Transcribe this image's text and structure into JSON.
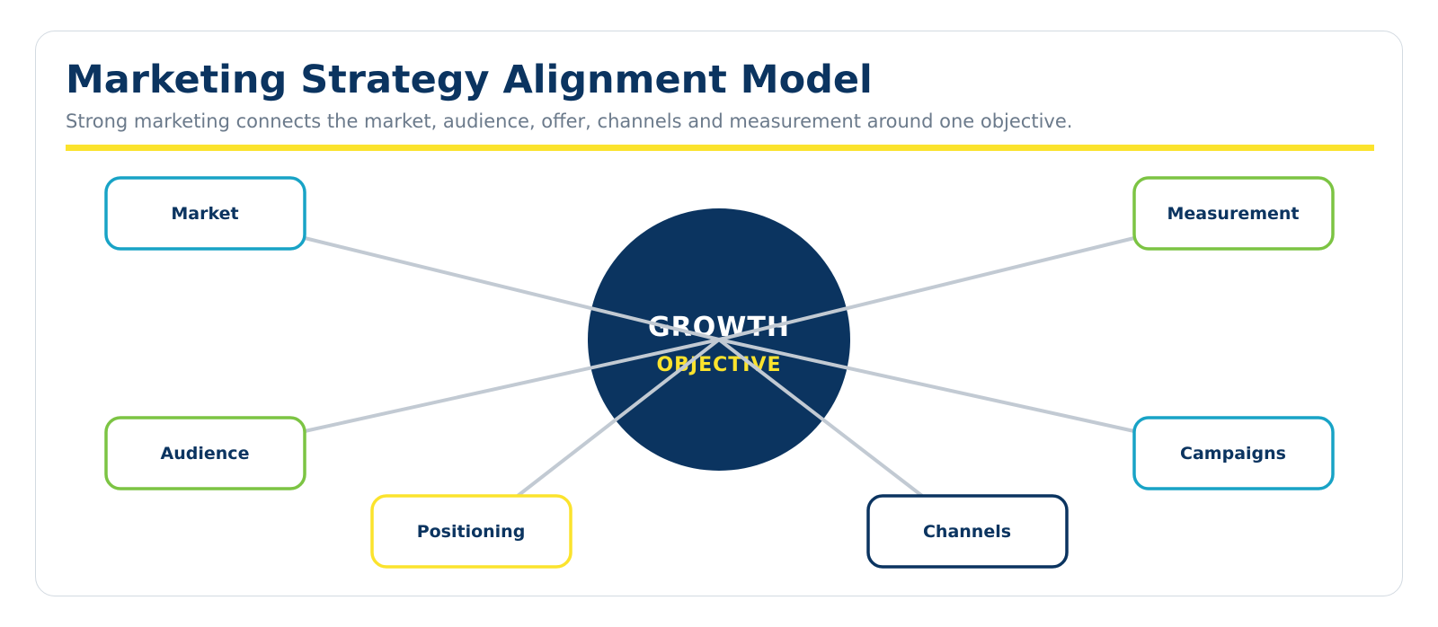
{
  "header": {
    "title": "Marketing Strategy Alignment Model",
    "subtitle": "Strong marketing connects the market, audience, offer, channels and measurement around one objective."
  },
  "hub": {
    "title": "GROWTH",
    "subtitle": "OBJECTIVE",
    "fill": "#0b3460",
    "title_color": "#ffffff",
    "subtitle_color": "#fbe32d"
  },
  "nodes": [
    {
      "label": "Market",
      "color": "#18a3c6"
    },
    {
      "label": "Measurement",
      "color": "#7cc443"
    },
    {
      "label": "Audience",
      "color": "#7cc443"
    },
    {
      "label": "Campaigns",
      "color": "#18a3c6"
    },
    {
      "label": "Positioning",
      "color": "#fbe32d"
    },
    {
      "label": "Channels",
      "color": "#0b3460"
    }
  ],
  "colors": {
    "accent_rule": "#fbe32d",
    "connector": "#c2cad3",
    "text_dark": "#0b3460"
  }
}
